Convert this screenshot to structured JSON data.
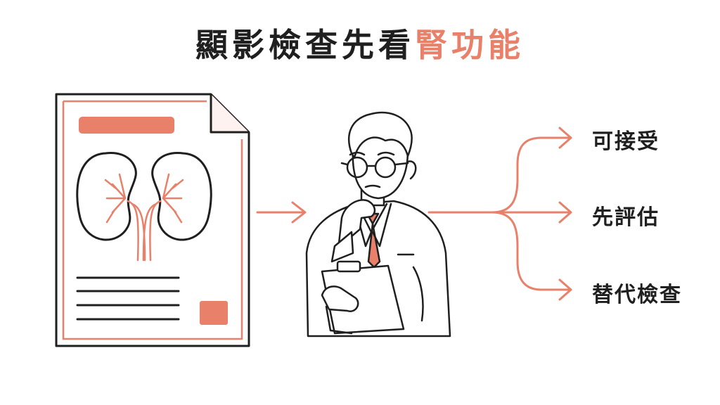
{
  "title": {
    "main": "顯影檢查先看",
    "highlight": "腎功能"
  },
  "outcomes": [
    "可接受",
    "先評估",
    "替代檢查"
  ],
  "colors": {
    "accent": "#e8806a",
    "ink": "#1f1f1f"
  },
  "icons": [
    "kidney-report-icon",
    "doctor-thinking-icon",
    "arrow-right-icon",
    "branch-arrows-icon"
  ]
}
